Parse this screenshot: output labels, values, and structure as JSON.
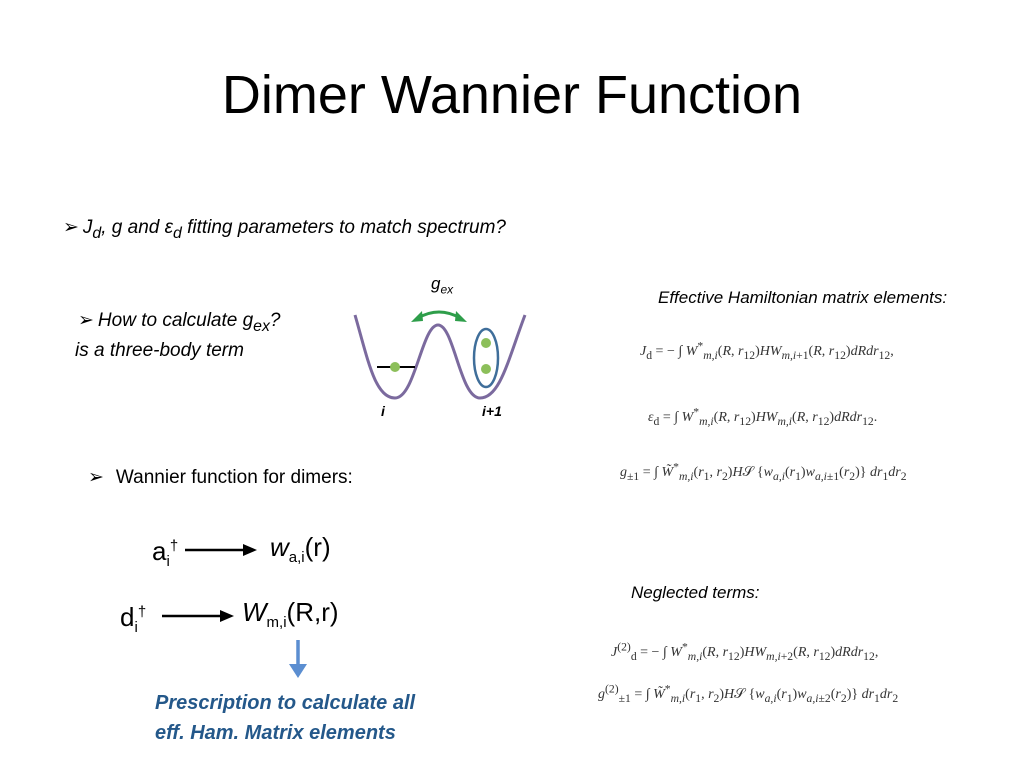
{
  "title": "Dimer Wannier Function",
  "bullets": {
    "marker": "➢",
    "fit": {
      "J": "J",
      "J_sub": "d",
      "mid1": ", g and ",
      "eps": "ε",
      "eps_sub": "d",
      "rest": " fitting  parameters to match spectrum?"
    },
    "gex": {
      "line1": "How to calculate g",
      "sub": "ex",
      "q": "?",
      "line2": "is a three-body term"
    },
    "wannier": "Wannier function for dimers:"
  },
  "diagram": {
    "g_label": "g",
    "g_sub": "ex",
    "site_i": "i",
    "site_i1": "i+1"
  },
  "mapping": {
    "a_op": "a",
    "a_sub": "i",
    "a_sup": "†",
    "w_func": "w",
    "w_sub": "a,i",
    "w_arg": "(r)",
    "d_op": "d",
    "d_sub": "i",
    "d_sup": "†",
    "W_func": "W",
    "W_sub": "m,i",
    "W_arg": "(R,r)"
  },
  "prescription": {
    "line1": "Prescription to calculate all",
    "line2": "eff. Ham. Matrix elements"
  },
  "effective": {
    "heading": "Effective Hamiltonian matrix elements:",
    "eq_J": "J_d = − ∫ W*_{m,i}(R, r12) H W_{m,i+1}(R, r12) dR dr12,",
    "eq_eps": "ε_d = ∫ W*_{m,i}(R, r12) H W_{m,i}(R, r12) dR dr12.",
    "eq_g": "g_{±1} = ∫ W̃*_{m,i}(r1, r2) H S {w_{a,i}(r1) w_{a,i±1}(r2)} dr1 dr2"
  },
  "neglected": {
    "heading": "Neglected terms:",
    "eq_J2": "J_d^(2) = − ∫ W*_{m,i}(R, r12) H W_{m,i+2}(R, r12) dR dr12,",
    "eq_g2": "g_{±1}^(2) = ∫ W̃*_{m,i}(r1, r2) H S {w_{a,i}(r1) w_{a,i±2}(r2)} dr1 dr2"
  },
  "colors": {
    "well_line": "#7b6a9e",
    "dot_fill": "#8cbf5a",
    "arrow_green": "#2e9e4a",
    "circle_blue": "#3f6e9a",
    "down_arrow": "#5b8ed1",
    "prescription_text": "#24588a"
  }
}
